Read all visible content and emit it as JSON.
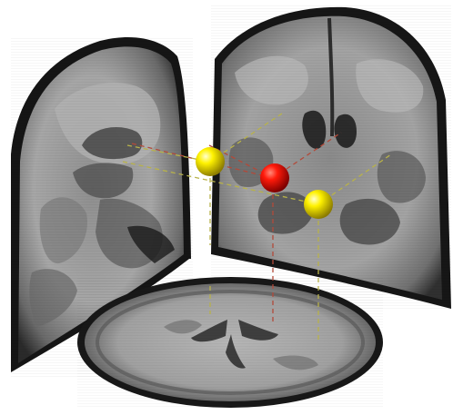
{
  "scene": {
    "background": "#ffffff",
    "slices": [
      {
        "id": "sagittal-slice",
        "plane": "sagittal"
      },
      {
        "id": "coronal-slice",
        "plane": "coronal"
      },
      {
        "id": "axial-slice",
        "plane": "axial"
      }
    ],
    "markers": [
      {
        "id": "marker-red-center",
        "color": "#e00000"
      },
      {
        "id": "marker-yellow-left",
        "color": "#f2ea00"
      },
      {
        "id": "marker-yellow-right",
        "color": "#f2ea00"
      }
    ],
    "guide_line_colors": {
      "red": "#b24a3a",
      "yellow": "#b8b24a"
    }
  }
}
